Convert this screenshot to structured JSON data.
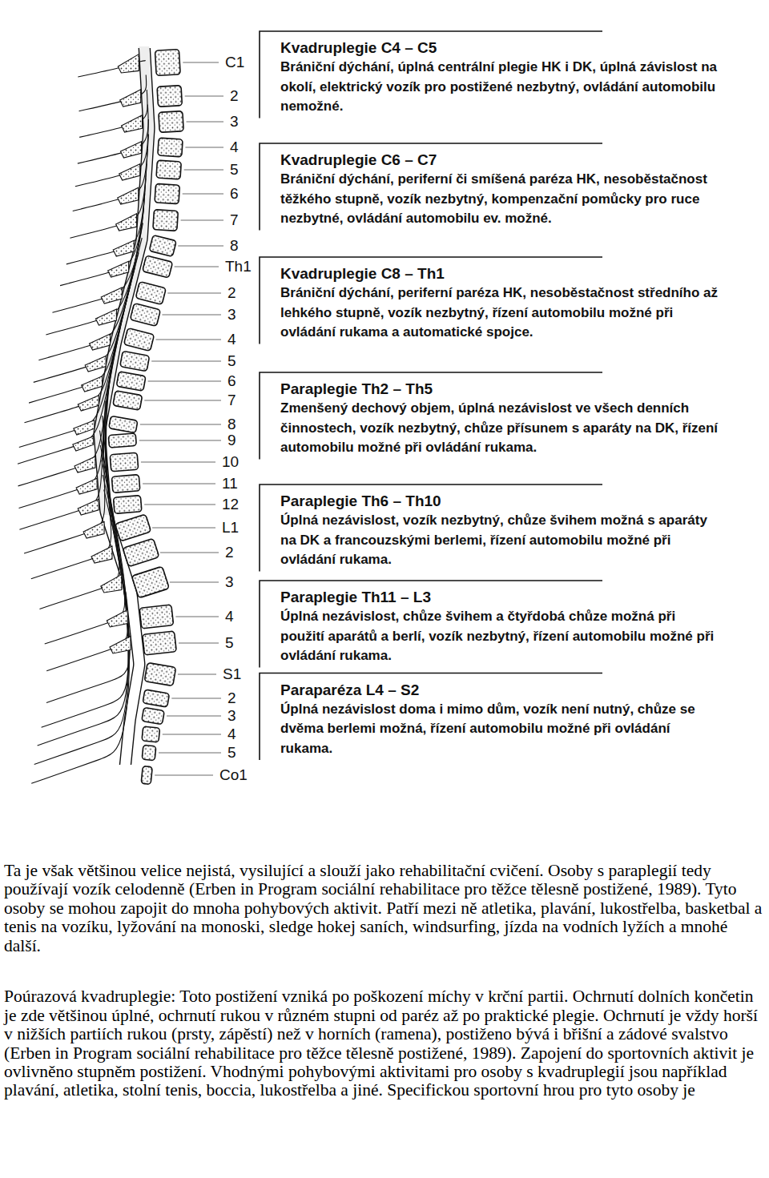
{
  "diagram": {
    "nodes": [
      {
        "text": [
          "Kvadruplegie C4 – C5",
          "Brániční dýchání, úplná centrální plegie HK i DK, úplná závislost na okolí, elektrický vozík pro postižené nezbytný, ovládání automobilu nemožné."
        ]
      },
      {
        "text": [
          "Kvadruplegie C6 – C7",
          "Brániční dýchání, periferní či smíšená paréza HK, nesoběstačnost těžkého stupně, vozík nezbytný, kompenzační pomůcky pro ruce nezbytné, ovládání automobilu ev. možné."
        ]
      },
      {
        "text": [
          "Kvadruplegie C8 – Th1",
          "Brániční dýchání, periferní paréza HK, nesoběstačnost středního až lehkého stupně, vozík nezbytný, řízení automobilu možné při ovládání rukama a automatické spojce."
        ]
      },
      {
        "text": [
          "Paraplegie Th2 – Th5",
          "Zmenšený dechový objem, úplná nezávislost ve všech denních činnostech, vozík nezbytný, chůze přísunem s aparáty na DK, řízení automobilu možné při ovládání rukama."
        ]
      },
      {
        "text": [
          "Paraplegie Th6 – Th10",
          "Úplná nezávislost, vozík nezbytný, chůze švihem možná s aparáty na DK a francouzskými berlemi, řízení automobilu možné při ovládání rukama."
        ]
      },
      {
        "text": [
          "Paraplegie Th11 – L3",
          "Úplná nezávislost, chůze švihem a čtyřdobá chůze možná při použití aparátů a berlí, vozík nezbytný, řízení automobilu možné při ovládání rukama."
        ]
      },
      {
        "text": [
          "Paraparéza L4 – S2",
          "Úplná nezávislost doma i mimo dům, vozík není nutný, chůze se dvěma berlemi možná, řízení automobilu možné při ovládání rukama."
        ]
      }
    ],
    "labels": [
      "C1",
      "2",
      "3",
      "4",
      "5",
      "6",
      "7",
      "8",
      "Th1",
      "2",
      "3",
      "4",
      "5",
      "6",
      "7",
      "8",
      "9",
      "10",
      "11",
      "12",
      "L1",
      "2",
      "3",
      "4",
      "5",
      "S1",
      "2",
      "3",
      "4",
      "5",
      "Co1",
      "Ta je však většinou velice nejistá, vysilující a slouží jako rehabilitační cvičení. Osoby s paraplegií tedy používají vozík celodenně (Erben in Program sociální rehabilitace pro těžce tělesně postižené, 1989). Tyto osoby se mohou zapojit do mnoha pohybových aktivit. Patří mezi ně atletika, plavání, lukostřelba, basketbal a tenis na vozíku, lyžování na monoski, sledge hokej saních, windsurfing, jízda na vodních lyžích a mnohé další.",
      "Poúrazová kvadruplegie: Toto postižení vzniká po poškození míchy v krční partii. Ochrnutí dolních končetin je zde většinou úplné, ochrnutí rukou v různém stupni od paréz až po praktické plegie. Ochrnutí je vždy horší v nižších partiích rukou (prsty, zápěstí) než v horních (ramena), postiženo bývá i břišní a zádové svalstvo (Erben in Program sociální rehabilitace pro těžce tělesně postižené, 1989). Zapojení do sportovních aktivit je ovlivněno stupněm postižení. Vhodnými pohybovými aktivitami pro osoby s kvadruplegií jsou například plavání, atletika, stolní tenis, boccia, lukostřelba a jiné. Specifickou sportovní hrou pro tyto osoby je"
    ]
  }
}
